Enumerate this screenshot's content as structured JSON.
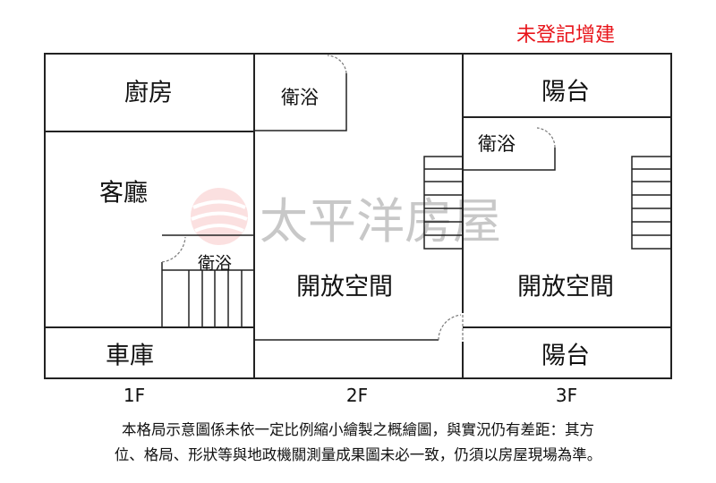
{
  "header": {
    "unregistered_label": "未登記增建",
    "unregistered_color": "#e8141a"
  },
  "watermark": {
    "brand": "太平洋房屋",
    "icon": "wave-logo-icon"
  },
  "floors": {
    "f1": {
      "label": "1F",
      "rooms": {
        "kitchen": "廚房",
        "living": "客廳",
        "bath": "衛浴",
        "garage": "車庫"
      }
    },
    "f2": {
      "label": "2F",
      "rooms": {
        "bath": "衛浴",
        "open": "開放空間"
      }
    },
    "f3": {
      "label": "3F",
      "rooms": {
        "balcony_top": "陽台",
        "bath": "衛浴",
        "open": "開放空間",
        "balcony_bottom": "陽台"
      }
    }
  },
  "disclaimer": {
    "line1": "本格局示意圖係未依一定比例縮小繪製之概繪圖，與實況仍有差距：其方",
    "line2": "位、格局、形狀等與地政機關測量成果圖未必一致，仍須以房屋現場為準。"
  }
}
